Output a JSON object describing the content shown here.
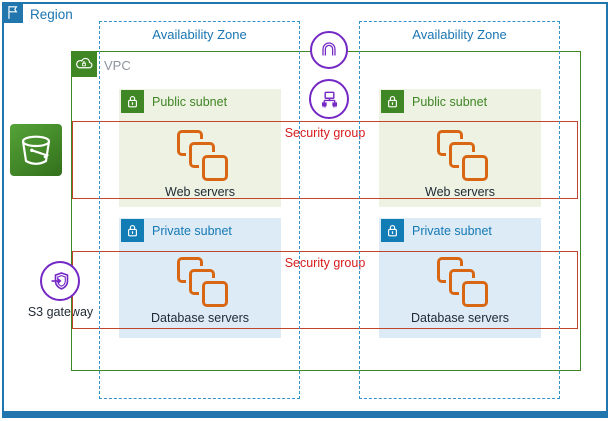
{
  "diagram": {
    "region": {
      "label": "Region"
    },
    "availability_zones": [
      {
        "label": "Availability Zone"
      },
      {
        "label": "Availability Zone"
      }
    ],
    "vpc": {
      "label": "VPC"
    },
    "security_groups": [
      {
        "label": "Security group"
      },
      {
        "label": "Security group"
      }
    ],
    "subnets": [
      {
        "kind": "public",
        "label": "Public subnet",
        "servers_label": "Web servers"
      },
      {
        "kind": "private",
        "label": "Private subnet",
        "servers_label": "Database servers"
      },
      {
        "kind": "public",
        "label": "Public subnet",
        "servers_label": "Web servers"
      },
      {
        "kind": "private",
        "label": "Private subnet",
        "servers_label": "Database servers"
      }
    ],
    "s3_gateway": {
      "label": "S3 gateway"
    },
    "icons": {
      "region": "flag-icon",
      "vpc": "cloud-lock-icon",
      "public_subnet": "green-lock-icon",
      "private_subnet": "blue-lock-icon",
      "servers": "ec2-instances-icon",
      "internet_gateway": "internet-gateway-icon",
      "router": "router-icon",
      "s3_bucket": "s3-bucket-icon",
      "s3_gateway": "gateway-endpoint-shield-icon"
    },
    "colors": {
      "region_blue": "#2176ad",
      "az_blue_dashed": "#3492cb",
      "label_blue": "#1a76b2",
      "vpc_green": "#3f8624",
      "public_subnet_bg": "#edf2e3",
      "private_subnet_bg": "#ddebf6",
      "private_blue": "#127cb4",
      "instance_orange": "#d86613",
      "security_group_border": "#c0452a",
      "security_group_text": "#d71c1c",
      "gateway_purple": "#7428c4",
      "text_dark": "#1f2933",
      "vpc_label_gray": "#8c949c"
    }
  }
}
